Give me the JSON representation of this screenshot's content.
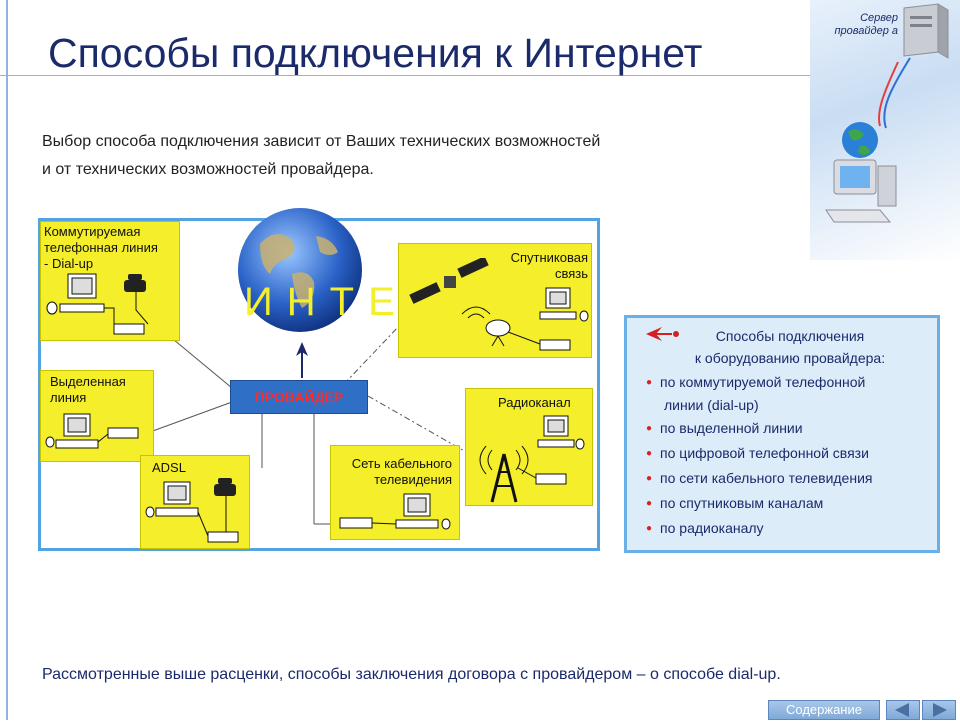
{
  "slide": {
    "title": "Способы подключения к Интернет",
    "subtitle_line1": "Выбор способа подключения зависит от Ваших технических возможностей",
    "subtitle_line2": "и от технических возможностей провайдера.",
    "server_label": "Сервер провайдер а",
    "bottom_note": "Рассмотренные выше расценки, способы заключения договора с провайдером – о  способе  dial-up."
  },
  "diagram": {
    "internet_label": "ИНТЕ",
    "provider_label": "ПРОВАЙДЕР",
    "boxes": {
      "dialup_line1": "Коммутируемая",
      "dialup_line2": "телефонная линия",
      "dialup_line3": " - Dial-up",
      "leased_line1": "Выделенная",
      "leased_line2": "линия",
      "adsl": "ADSL",
      "cable_line1": "Сеть кабельного",
      "cable_line2": "телевидения",
      "satellite_line1": "Спутниковая",
      "satellite_line2": "связь",
      "radio": "Радиоканал"
    }
  },
  "methods_panel": {
    "heading_line1": "Способы подключения",
    "heading_line2": "к оборудованию провайдера:",
    "items": [
      {
        "line1": "по коммутируемой телефонной",
        "line2": "линии  (dial-up)"
      },
      {
        "line1": "по выделенной линии"
      },
      {
        "line1": "по цифровой телефонной связи"
      },
      {
        "line1": "по сети кабельного телевидения"
      },
      {
        "line1": "по спутниковым каналам"
      },
      {
        "line1": "по радиоканалу"
      }
    ]
  },
  "navigation": {
    "toc_label": "Содержание"
  },
  "colors": {
    "title": "#1b2a6b",
    "yellow_box": "#f5ee2b",
    "frame_blue": "#52a3e0",
    "provider_blue": "#2f6fc6",
    "provider_text": "#ff2a2a",
    "bullet_red": "#e02020"
  }
}
